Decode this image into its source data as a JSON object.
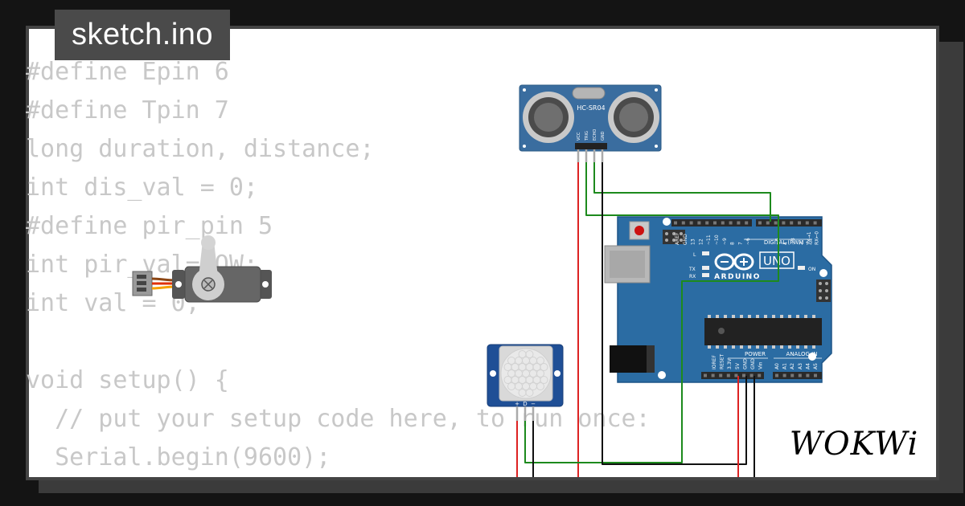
{
  "window": {
    "title": "sketch.ino"
  },
  "code_lines": [
    "#define Epin 6",
    "#define Tpin 7",
    "long duration, distance;",
    "int dis_val = 0;",
    "#define pir_pin 5",
    "int pir_val=LOW;",
    "int val = 0;",
    "",
    "void setup() {",
    "  // put your setup code here, to run once:",
    "  Serial.begin(9600);"
  ],
  "ultrasonic": {
    "label": "HC-SR04",
    "pins": [
      "VCC",
      "TRIG",
      "ECHO",
      "GND"
    ]
  },
  "arduino": {
    "digital_pins": [
      "AREF",
      "GND",
      "13",
      "12",
      "~11",
      "~10",
      "~9",
      "8",
      "7",
      "~6",
      "~5",
      "4",
      "~3",
      "2",
      "TX→1",
      "RX←0"
    ],
    "digital_label": "DIGITAL (PWM ~)",
    "brand": "ARDUINO",
    "model": "UNO",
    "led_l": "L",
    "led_tx": "TX",
    "led_rx": "RX",
    "led_on": "ON",
    "power_label": "POWER",
    "power_pins": [
      "IOREF",
      "RESET",
      "3.3V",
      "5V",
      "GND",
      "GND",
      "Vin"
    ],
    "analog_label": "ANALOG IN",
    "analog_pins": [
      "A0",
      "A1",
      "A2",
      "A3",
      "A4",
      "A5"
    ]
  },
  "pir": {
    "pins": [
      "+",
      "D",
      "−"
    ]
  },
  "logo": {
    "text": "WOKWi"
  },
  "colors": {
    "board_blue": "#2b6ca3",
    "sensor_blue": "#3a6d9f",
    "pir_blue": "#1f4f96",
    "wire_red": "#dd2222",
    "wire_green": "#1d8a1d",
    "wire_black": "#111111"
  }
}
